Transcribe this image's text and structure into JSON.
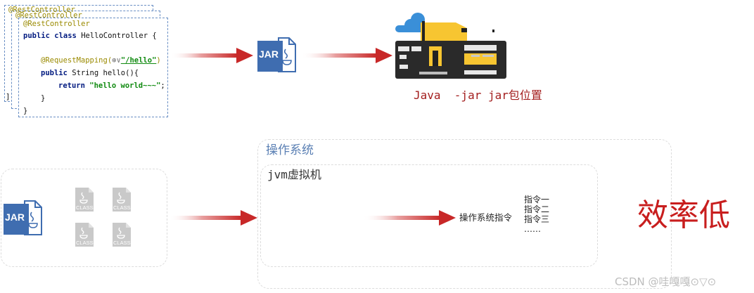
{
  "code": {
    "back_annotations": [
      "@RestController",
      "@RestController"
    ],
    "annotation": "@RestController",
    "class_kw": "public class",
    "class_name": "HelloController {",
    "mapping_prefix": "@RequestMapping(",
    "mapping_icon": "⊛∨",
    "mapping_path": "\"/hello\"",
    "mapping_suffix": ")",
    "method_kw": "public",
    "method_sig": "String hello(){",
    "return_kw": "return",
    "return_value": "\"hello world~~~\"",
    "return_end": ";",
    "close_inner": "}",
    "close_outer": "}"
  },
  "jar_icon": {
    "label": "JAR"
  },
  "class_icons": {
    "label": "CLASS",
    "count": 4
  },
  "command": "Java  -jar jar包位置",
  "os_label": "操作系统",
  "jvm_label": "jvm虚拟机",
  "os_instruction": "操作系统指令",
  "instructions": [
    "指令一",
    "指令二",
    "指令三",
    "……"
  ],
  "efficiency": "效率低",
  "watermark": "CSDN @哇嘎嘎⊙▽⊙",
  "colors": {
    "arrow": "#c82828",
    "jar_blue": "#3f6db0",
    "efficiency": "#c81e1e",
    "os_label": "#5b80b4",
    "ann": "#9a8a00"
  },
  "icons": [
    "jar-file-icon",
    "class-file-icon",
    "server-icon",
    "cloud-icon"
  ]
}
